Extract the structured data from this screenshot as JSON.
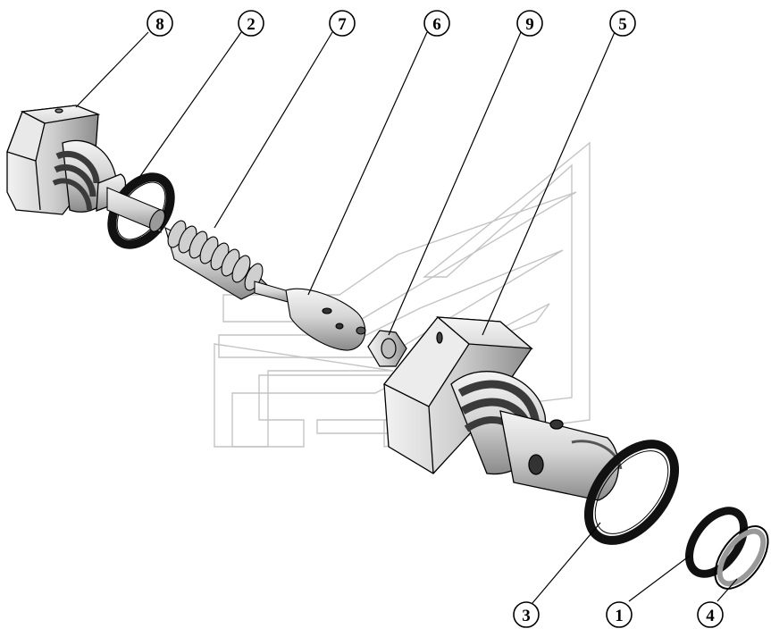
{
  "callouts": [
    {
      "id": "c8",
      "number": "8"
    },
    {
      "id": "c2",
      "number": "2"
    },
    {
      "id": "c7",
      "number": "7"
    },
    {
      "id": "c6",
      "number": "6"
    },
    {
      "id": "c9",
      "number": "9"
    },
    {
      "id": "c5",
      "number": "5"
    },
    {
      "id": "c3",
      "number": "3"
    },
    {
      "id": "c1",
      "number": "1"
    },
    {
      "id": "c4",
      "number": "4"
    }
  ],
  "colors": {
    "line": "#000000",
    "metal_light": "#e6e6e6",
    "metal_mid": "#bdbdbd",
    "metal_dark": "#7a7a7a",
    "oring": "#141414",
    "watermark": "#c8c8c8"
  },
  "watermark_logo": "manufacturer-logo"
}
